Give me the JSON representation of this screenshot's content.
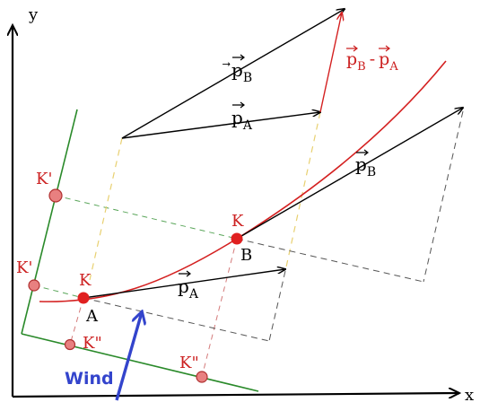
{
  "axes": {
    "x_label": "x",
    "y_label": "y"
  },
  "vectors": {
    "pB_top": {
      "symbol": "p",
      "sub": "B"
    },
    "pA_top": {
      "symbol": "p",
      "sub": "A"
    },
    "difference": {
      "left_symbol": "p",
      "left_sub": "B",
      "minus": "-",
      "right_symbol": "p",
      "right_sub": "A"
    },
    "pB_at_B": {
      "symbol": "p",
      "sub": "B"
    },
    "pA_at_A": {
      "symbol": "p",
      "sub": "A"
    }
  },
  "points": {
    "A": {
      "name": "A",
      "label": "K"
    },
    "B": {
      "name": "B",
      "label": "K"
    }
  },
  "projections": {
    "upper_y_top": "K'",
    "upper_y_bottom": "K'",
    "lower_x_left": "K\"",
    "lower_x_right": "K\""
  },
  "wind": {
    "label": "Wind"
  },
  "colors": {
    "axis": "#000000",
    "trajectory": "#d42020",
    "difference_vector": "#d42020",
    "projection_axes": "#2a8a2a",
    "guide_green": "#5aa65a",
    "guide_yellow": "#e8d070",
    "guide_red": "#d47a7a",
    "guide_gray": "#555555",
    "point_fill": "#e02020",
    "projection_point_fill": "#e88080",
    "wind": "#3344cc",
    "label_red": "#cc2020"
  }
}
